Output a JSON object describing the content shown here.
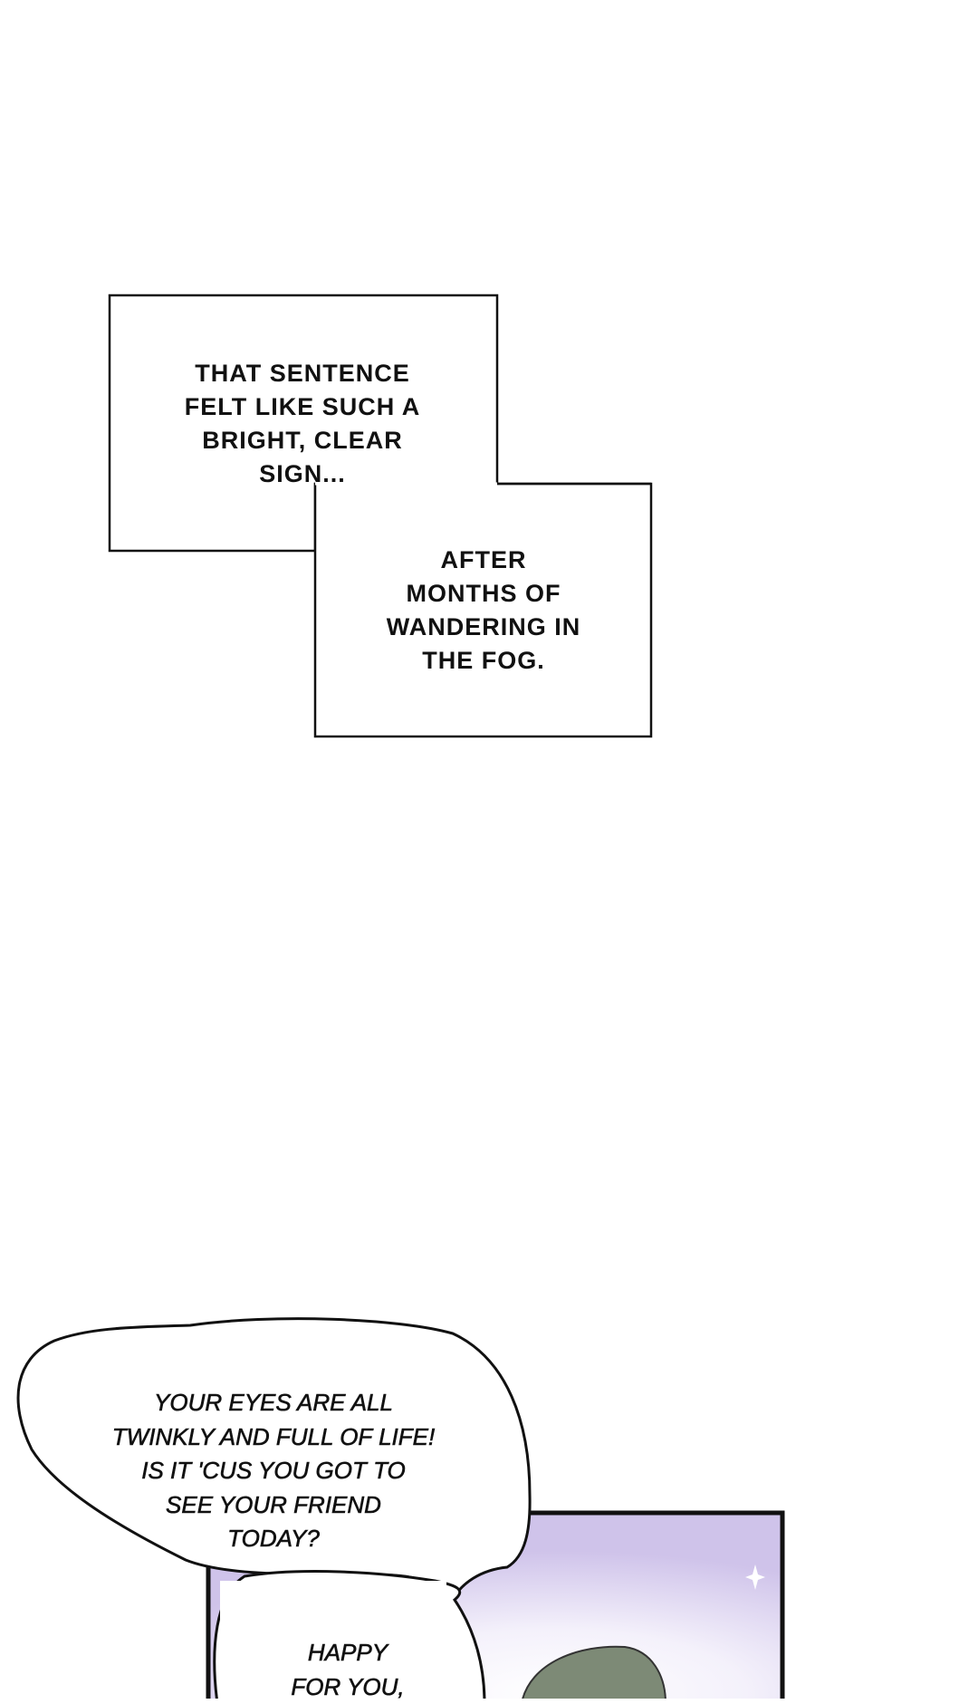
{
  "captions": [
    {
      "lines": [
        "That sentence",
        "felt like such a",
        "bright, clear",
        "sign..."
      ]
    },
    {
      "lines": [
        "After",
        "months of",
        "wandering in",
        "the fog."
      ]
    }
  ],
  "bubbles": [
    {
      "lines": [
        "Your eyes are all",
        "twinkly and full of life!",
        "Is it 'cus you got to",
        "see your friend",
        "today?"
      ]
    },
    {
      "lines": [
        "Happy",
        "for you,"
      ]
    }
  ],
  "colors": {
    "panel_top": "#cfc3ea",
    "panel_glow": "#ffffff",
    "hair": "#7d8a76",
    "ink": "#111111"
  }
}
